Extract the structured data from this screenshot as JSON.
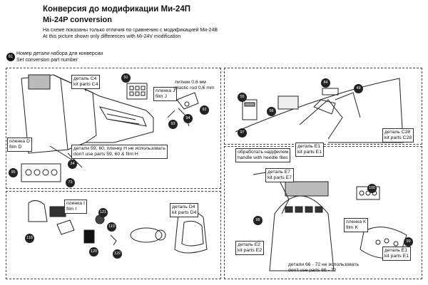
{
  "header": {
    "title": "Конверсия до модификации Ми-24П",
    "subtitle": "Mi-24P conversion",
    "note_ru": "На схеме показаны только отличия по сравнению с модификацией Ми-24В",
    "note_en": "At this picture shown only differences with Mi-24V modification"
  },
  "legend": {
    "badge": "61",
    "line_ru": "Номер детали набора для конверсии",
    "line_en": "Set conversion part number"
  },
  "panel_cockpit_left": {
    "detail_c4": "деталь С4",
    "kit_c4": "kit parts C4",
    "film_j_ru": "пленка J",
    "film_j_en": "film J",
    "rod_ru": "литник 0,6 мм",
    "rod_en": "plastic rod 0,6 mm",
    "film_d_ru": "пленка D",
    "film_d_en": "film D",
    "note_ru_1": "детали 59, 60, пленку Н не использовать",
    "note_en_1": "don't use parts 59, 60 & film H",
    "parts": [
      "91",
      "92",
      "93",
      "94",
      "95",
      "73",
      "24"
    ]
  },
  "panel_cockpit_right": {
    "detail_c28": "деталь С28",
    "kit_c28": "kit parts C28",
    "detail_e1": "деталь Е1",
    "kit_e1": "kit parts E1",
    "parts": [
      "84",
      "49",
      "55",
      "56",
      "97"
    ]
  },
  "panel_bottom_left": {
    "film_i_ru": "пленка I",
    "film_i_en": "film I",
    "detail_d4": "деталь D4",
    "kit_d4": "kit parts D4",
    "parts": [
      "121",
      "119",
      "118",
      "120",
      "122"
    ]
  },
  "panel_bottom_right": {
    "handle_ru": "обработать надфилем",
    "handle_en": "handle with needle files",
    "detail_e7": "деталь Е7",
    "kit_e7": "kit parts E7",
    "film_k_ru": "пленка К",
    "film_k_en": "film K",
    "detail_e2": "деталь Е2",
    "kit_e2": "kit parts E2",
    "note66_ru": "детали 66 - 72 не использовать",
    "note66_en": "don't use parts 66 - 72",
    "detail_e1b": "деталь Е1",
    "kit_e1b": "kit parts E1",
    "parts": [
      "98",
      "99",
      "100"
    ]
  }
}
